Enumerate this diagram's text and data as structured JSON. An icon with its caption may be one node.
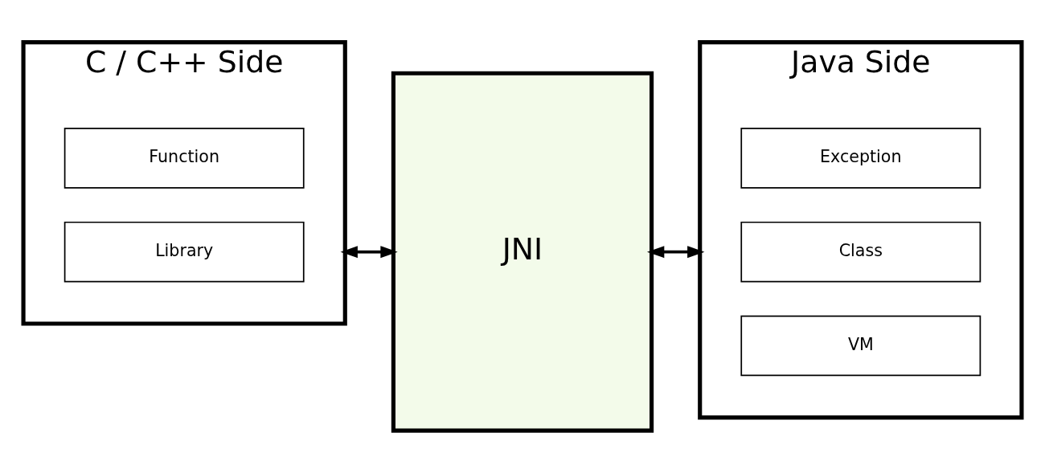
{
  "diagram": {
    "nodes": [
      {
        "text": [
          "C / C++ Side"
        ]
      },
      {
        "text": [
          "Function"
        ],
        "in": 0
      },
      {
        "text": [
          "Library"
        ],
        "in": 0
      },
      {
        "text": [
          "JNI"
        ]
      },
      {
        "text": [
          "Java Side"
        ]
      },
      {
        "text": [
          "Exception"
        ],
        "in": 4
      },
      {
        "text": [
          "Class"
        ],
        "in": 4
      },
      {
        "text": [
          "VM"
        ],
        "in": 4
      }
    ],
    "edges": [
      {
        "from": 0,
        "to": 3,
        "arrow": "both"
      },
      {
        "from": 3,
        "to": 4,
        "arrow": "both"
      }
    ]
  }
}
